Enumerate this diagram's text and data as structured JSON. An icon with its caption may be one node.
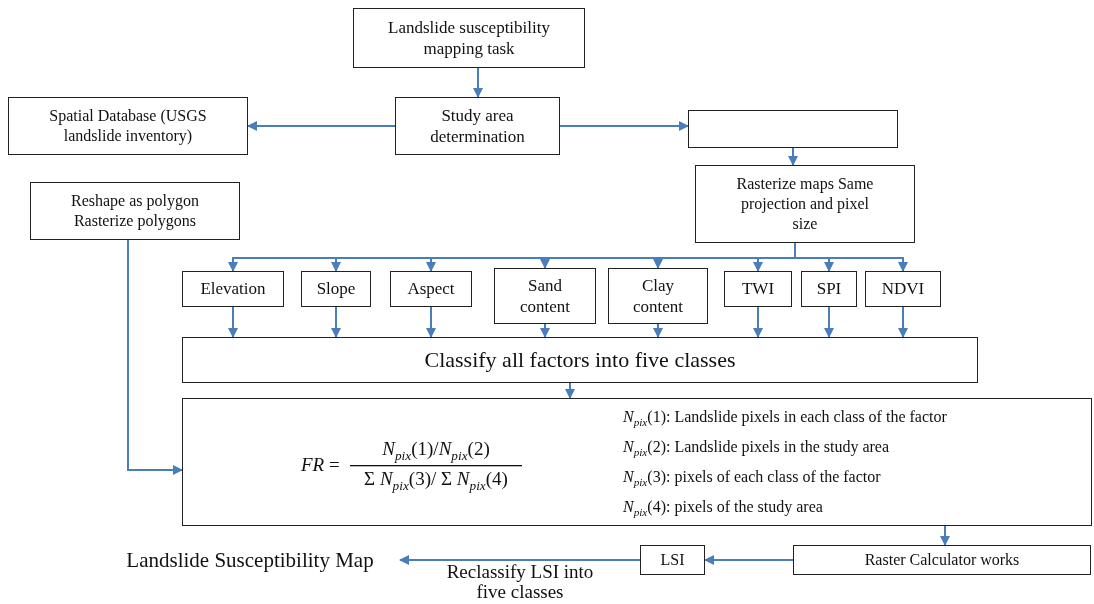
{
  "diagram": {
    "nodes": [
      {
        "text": [
          "Landslide susceptibility mapping task"
        ]
      },
      {
        "text": [
          "Study area determination"
        ]
      },
      {
        "text": [
          "Spatial Database (USGS landslide inventory)"
        ]
      },
      {
        "text": [],
        "shape": "box"
      },
      {
        "text": [
          "Reshape as polygon Rasterize polygons"
        ]
      },
      {
        "text": [
          "Rasterize maps Same projection and pixel size"
        ]
      },
      {
        "text": [
          "Elevation"
        ]
      },
      {
        "text": [
          "Slope"
        ]
      },
      {
        "text": [
          "Aspect"
        ]
      },
      {
        "text": [
          "Sand content"
        ]
      },
      {
        "text": [
          "Clay content"
        ]
      },
      {
        "text": [
          "TWI"
        ]
      },
      {
        "text": [
          "SPI"
        ]
      },
      {
        "text": [
          "NDVI"
        ]
      },
      {
        "text": [
          "Classify all factors into five classes"
        ]
      },
      {
        "text": [
          "*FR* =",
          "*N*$_{pix}$(1)/*N*$_{pix}$(2)",
          "Σ *N*$_{pix}$(3)/ Σ *N*$_{pix}$(4)",
          "*N*$_{pix}$(1): Landslide pixels in each class of the factor",
          "*N*$_{pix}$(2): Landslide pixels in the study area",
          "*N*$_{pix}$(3): pixels of each class of the factor",
          "*N*$_{pix}$(4): pixels of the study area"
        ]
      },
      {
        "text": [
          "Raster Calculator works"
        ]
      },
      {
        "text": [
          "LSI"
        ]
      },
      {
        "text": [
          "Landslide Susceptibility Map"
        ]
      }
    ],
    "edges": [
      {
        "from": 0,
        "to": 1,
        "arrow": "to"
      },
      {
        "from": 1,
        "to": 2,
        "arrow": "to"
      },
      {
        "from": 1,
        "to": 3,
        "arrow": "to"
      },
      {
        "from": 3,
        "to": 5,
        "arrow": "to"
      },
      {
        "from": 5,
        "to": 6,
        "arrow": "to"
      },
      {
        "from": 5,
        "to": 7,
        "arrow": "to"
      },
      {
        "from": 5,
        "to": 8,
        "arrow": "to"
      },
      {
        "from": 5,
        "to": 9,
        "arrow": "to"
      },
      {
        "from": 5,
        "to": 10,
        "arrow": "to"
      },
      {
        "from": 5,
        "to": 11,
        "arrow": "to"
      },
      {
        "from": 5,
        "to": 12,
        "arrow": "to"
      },
      {
        "from": 5,
        "to": 13,
        "arrow": "to"
      },
      {
        "from": 6,
        "to": 14,
        "arrow": "to"
      },
      {
        "from": 7,
        "to": 14,
        "arrow": "to"
      },
      {
        "from": 8,
        "to": 14,
        "arrow": "to"
      },
      {
        "from": 9,
        "to": 14,
        "arrow": "to"
      },
      {
        "from": 10,
        "to": 14,
        "arrow": "to"
      },
      {
        "from": 11,
        "to": 14,
        "arrow": "to"
      },
      {
        "from": 12,
        "to": 14,
        "arrow": "to"
      },
      {
        "from": 13,
        "to": 14,
        "arrow": "to"
      },
      {
        "from": 14,
        "to": 15,
        "arrow": "to"
      },
      {
        "from": 4,
        "to": 15,
        "arrow": "to"
      },
      {
        "from": 15,
        "to": 16,
        "arrow": "to"
      },
      {
        "from": 16,
        "to": 17,
        "arrow": "to"
      },
      {
        "from": 17,
        "to": 18,
        "arrow": "to",
        "label": "Reclassify LSI into five classes"
      }
    ]
  }
}
